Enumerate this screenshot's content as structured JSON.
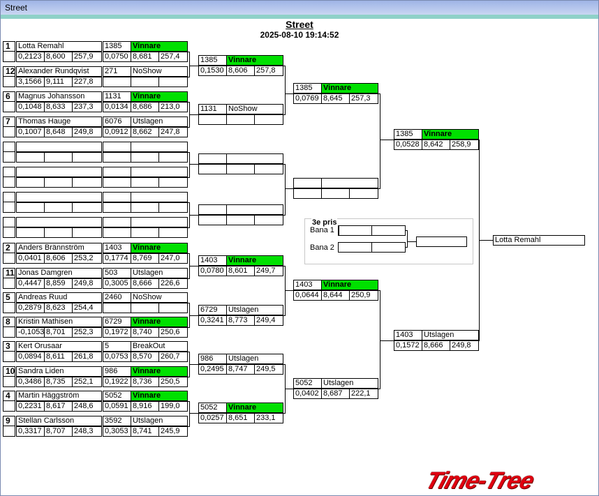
{
  "window": {
    "title": "Street"
  },
  "header": {
    "title": "Street",
    "datetime": "2025-08-10 19:14:52"
  },
  "round1": [
    {
      "seed": "1",
      "name": "Lotta Remahl",
      "stats": [
        "0,2123",
        "8,600",
        "257,9"
      ]
    },
    {
      "seed": "12",
      "name": "Alexander Rundqvist",
      "stats": [
        "3,1566",
        "9,111",
        "227,8"
      ]
    },
    {
      "seed": "6",
      "name": "Magnus Johansson",
      "stats": [
        "0,1048",
        "8,633",
        "237,3"
      ]
    },
    {
      "seed": "7",
      "name": "Thomas Hauge",
      "stats": [
        "0,1007",
        "8,648",
        "249,8"
      ]
    },
    {
      "seed": "",
      "name": "",
      "stats": [
        "",
        "",
        ""
      ]
    },
    {
      "seed": "",
      "name": "",
      "stats": [
        "",
        "",
        ""
      ]
    },
    {
      "seed": "",
      "name": "",
      "stats": [
        "",
        "",
        ""
      ]
    },
    {
      "seed": "",
      "name": "",
      "stats": [
        "",
        "",
        ""
      ]
    },
    {
      "seed": "2",
      "name": "Anders Brännström",
      "stats": [
        "0,0401",
        "8,606",
        "253,2"
      ]
    },
    {
      "seed": "11",
      "name": "Jonas Damgren",
      "stats": [
        "0,4447",
        "8,859",
        "249,8"
      ]
    },
    {
      "seed": "5",
      "name": "Andreas  Ruud",
      "stats": [
        "0,2879",
        "8,623",
        "254,4"
      ]
    },
    {
      "seed": "8",
      "name": "Kristin Mathisen",
      "stats": [
        "-0,1053",
        "8,701",
        "252,3"
      ]
    },
    {
      "seed": "3",
      "name": "Kert Orusaar",
      "stats": [
        "0,0894",
        "8,611",
        "261,8"
      ]
    },
    {
      "seed": "10",
      "name": "Sandra Liden",
      "stats": [
        "0,3486",
        "8,735",
        "252,1"
      ]
    },
    {
      "seed": "4",
      "name": "Martin Häggström",
      "stats": [
        "0,2231",
        "8,617",
        "248,6"
      ]
    },
    {
      "seed": "9",
      "name": "Stellan Carlsson",
      "stats": [
        "0,3317",
        "8,707",
        "248,3"
      ]
    }
  ],
  "round1_results": [
    {
      "num": "1385",
      "status": "Vinnare",
      "win": true,
      "stats": [
        "0,0750",
        "8,681",
        "257,4"
      ]
    },
    {
      "num": "271",
      "status": "NoShow",
      "win": false,
      "stats": [
        "",
        "",
        ""
      ]
    },
    {
      "num": "1131",
      "status": "Vinnare",
      "win": true,
      "stats": [
        "0,0134",
        "8,686",
        "213,0"
      ]
    },
    {
      "num": "6076",
      "status": "Utslagen",
      "win": false,
      "stats": [
        "0,0912",
        "8,662",
        "247,8"
      ]
    },
    {
      "num": "",
      "status": "",
      "win": false,
      "stats": [
        "",
        "",
        ""
      ]
    },
    {
      "num": "",
      "status": "",
      "win": false,
      "stats": [
        "",
        "",
        ""
      ]
    },
    {
      "num": "",
      "status": "",
      "win": false,
      "stats": [
        "",
        "",
        ""
      ]
    },
    {
      "num": "",
      "status": "",
      "win": false,
      "stats": [
        "",
        "",
        ""
      ]
    },
    {
      "num": "1403",
      "status": "Vinnare",
      "win": true,
      "stats": [
        "0,1774",
        "8,769",
        "247,0"
      ]
    },
    {
      "num": "503",
      "status": "Utslagen",
      "win": false,
      "stats": [
        "0,3005",
        "8,666",
        "226,6"
      ]
    },
    {
      "num": "2460",
      "status": "NoShow",
      "win": false,
      "stats": [
        "",
        "",
        ""
      ]
    },
    {
      "num": "6729",
      "status": "Vinnare",
      "win": true,
      "stats": [
        "0,1972",
        "8,740",
        "250,6"
      ]
    },
    {
      "num": "5",
      "status": "BreakOut",
      "win": false,
      "stats": [
        "0,0753",
        "8,570",
        "260,7"
      ]
    },
    {
      "num": "986",
      "status": "Vinnare",
      "win": true,
      "stats": [
        "0,1922",
        "8,736",
        "250,5"
      ]
    },
    {
      "num": "5052",
      "status": "Vinnare",
      "win": true,
      "stats": [
        "0,0591",
        "8,916",
        "199,0"
      ]
    },
    {
      "num": "3592",
      "status": "Utslagen",
      "win": false,
      "stats": [
        "0,3053",
        "8,741",
        "245,9"
      ]
    }
  ],
  "round2": [
    {
      "num": "1385",
      "status": "Vinnare",
      "win": true,
      "stats": [
        "0,1530",
        "8,606",
        "257,8"
      ]
    },
    {
      "num": "1131",
      "status": "NoShow",
      "win": false,
      "stats": [
        "",
        "",
        ""
      ]
    },
    {
      "num": "",
      "status": "",
      "win": false,
      "stats": [
        "",
        "",
        ""
      ]
    },
    {
      "num": "",
      "status": "",
      "win": false,
      "stats": [
        "",
        "",
        ""
      ]
    },
    {
      "num": "1403",
      "status": "Vinnare",
      "win": true,
      "stats": [
        "0,0780",
        "8,601",
        "249,7"
      ]
    },
    {
      "num": "6729",
      "status": "Utslagen",
      "win": false,
      "stats": [
        "0,3241",
        "8,773",
        "249,4"
      ]
    },
    {
      "num": "986",
      "status": "Utslagen",
      "win": false,
      "stats": [
        "0,2495",
        "8,747",
        "249,5"
      ]
    },
    {
      "num": "5052",
      "status": "Vinnare",
      "win": true,
      "stats": [
        "0,0257",
        "8,651",
        "233,1"
      ]
    }
  ],
  "round3": [
    {
      "num": "1385",
      "status": "Vinnare",
      "win": true,
      "stats": [
        "0,0769",
        "8,645",
        "257,3"
      ]
    },
    {
      "num": "",
      "status": "",
      "win": false,
      "stats": [
        "",
        "",
        ""
      ]
    },
    {
      "num": "1403",
      "status": "Vinnare",
      "win": true,
      "stats": [
        "0,0644",
        "8,644",
        "250,9"
      ]
    },
    {
      "num": "5052",
      "status": "Utslagen",
      "win": false,
      "stats": [
        "0,0402",
        "8,687",
        "222,1"
      ]
    }
  ],
  "round4": [
    {
      "num": "1385",
      "status": "Vinnare",
      "win": true,
      "stats": [
        "0,0528",
        "8,642",
        "258,9"
      ]
    },
    {
      "num": "1403",
      "status": "Utslagen",
      "win": false,
      "stats": [
        "0,1572",
        "8,666",
        "249,8"
      ]
    }
  ],
  "winner": {
    "name": "Lotta Remahl"
  },
  "third_place": {
    "title": "3e pris",
    "lane1": "Bana 1",
    "lane2": "Bana 2"
  },
  "logo": {
    "text": "Time-Tree",
    "color": "#e00010"
  }
}
